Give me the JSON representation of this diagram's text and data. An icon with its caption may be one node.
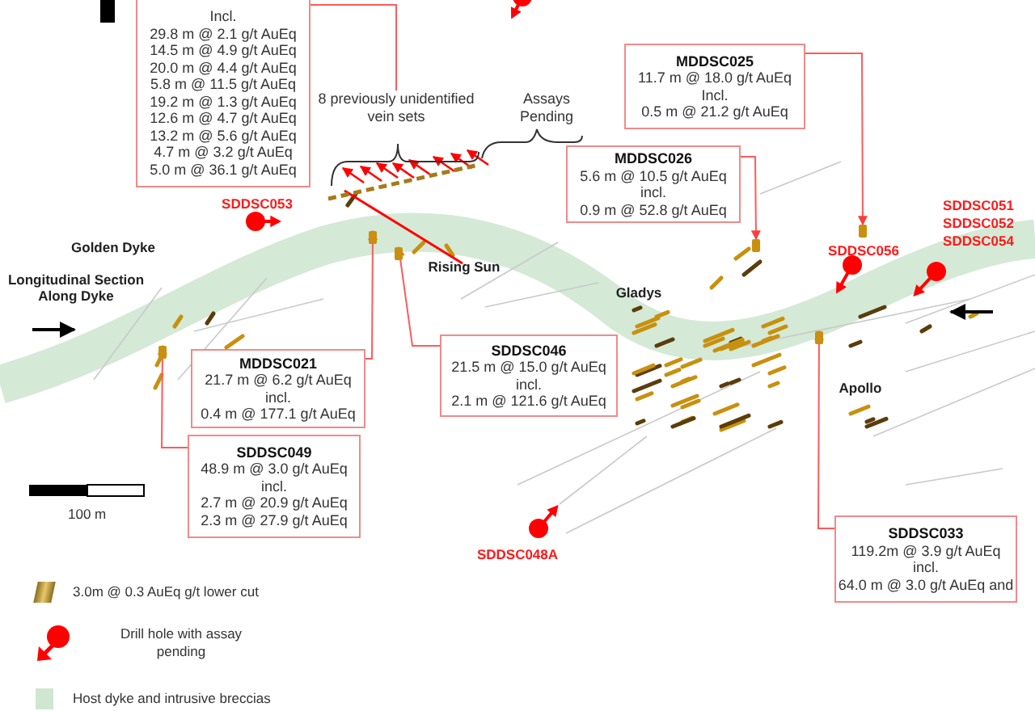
{
  "diagram": {
    "nodes": [
      {
        "text": [
          "Incl.",
          "29.8 m @ 2.1 g/t AuEq",
          "14.5 m @ 4.9 g/t AuEq",
          "20.0 m @ 4.4 g/t AuEq",
          "5.8 m @ 11.5 g/t AuEq",
          "19.2 m @ 1.3 g/t AuEq",
          "12.6 m @ 4.7 g/t AuEq",
          "13.2 m @ 5.6 g/t AuEq",
          "4.7 m @ 3.2 g/t AuEq",
          "5.0 m @ 36.1 g/t AuEq"
        ]
      },
      {
        "text": [
          "8 previously unidentified vein sets"
        ]
      },
      {
        "text": [
          "Assays Pending"
        ]
      },
      {
        "text": [
          "SDDSC053"
        ]
      },
      {
        "text": [
          "Golden Dyke"
        ]
      },
      {
        "text": [
          "Longitudinal Section Along Dyke"
        ]
      },
      {
        "text": [
          "Rising Sun"
        ]
      },
      {
        "text": [
          "MDDSC025",
          "11.7 m @ 18.0 g/t AuEq",
          "Incl.",
          "0.5 m @ 21.2 g/t AuEq"
        ]
      },
      {
        "text": [
          "MDDSC026",
          "5.6 m @ 10.5 g/t AuEq",
          "incl.",
          "0.9 m @ 52.8 g/t AuEq"
        ]
      },
      {
        "text": [
          "SDDSC056"
        ]
      },
      {
        "text": [
          "SDDSC051",
          "SDDSC052",
          "SDDSC054"
        ]
      },
      {
        "text": [
          "Gladys"
        ]
      },
      {
        "text": [
          "MDDSC021",
          "21.7 m @ 6.2 g/t AuEq",
          "incl.",
          "0.4 m @ 177.1 g/t AuEq"
        ]
      },
      {
        "text": [
          "SDDSC049",
          "48.9 m @ 3.0 g/t AuEq",
          "incl.",
          "2.7 m @ 20.9 g/t AuEq",
          "2.3 m @ 27.9 g/t AuEq"
        ]
      },
      {
        "text": [
          "SDDSC046",
          "21.5 m @ 15.0 g/t AuEq",
          "incl.",
          "2.1 m @ 121.6 g/t AuEq"
        ]
      },
      {
        "text": [
          "Apollo"
        ]
      },
      {
        "text": [
          "SDDSC033",
          "119.2m @ 3.9 g/t AuEq",
          "incl.",
          "64.0 m @ 3.0 g/t AuEq and"
        ]
      },
      {
        "text": [
          "SDDSC048A"
        ]
      },
      {
        "text": [],
        "shape": "bar"
      },
      {
        "text": [],
        "shape": "bar"
      },
      {
        "text": [],
        "shape": "bar"
      },
      {
        "text": [],
        "shape": "bar"
      },
      {
        "text": [],
        "shape": "bar"
      },
      {
        "text": [],
        "shape": "bar"
      }
    ],
    "edges": [
      {
        "from": 0,
        "to": 1,
        "arrow": "none"
      },
      {
        "from": 7,
        "to": 22,
        "arrow": "to"
      },
      {
        "from": 8,
        "to": 21,
        "arrow": "to"
      },
      {
        "from": 12,
        "to": 19,
        "arrow": "to"
      },
      {
        "from": 14,
        "to": 20,
        "arrow": "to"
      },
      {
        "from": 13,
        "to": 18,
        "arrow": "to"
      },
      {
        "from": 16,
        "to": 23,
        "arrow": "to"
      }
    ],
    "labels": [
      "100 m"
    ],
    "legend": [
      {
        "text": "3.0m @ 0.3 AuEq g/t lower cut"
      },
      {
        "text": "Drill hole with assay pending"
      },
      {
        "text": "Host dyke and intrusive breccias",
        "color": "#cfe6d1"
      }
    ]
  }
}
